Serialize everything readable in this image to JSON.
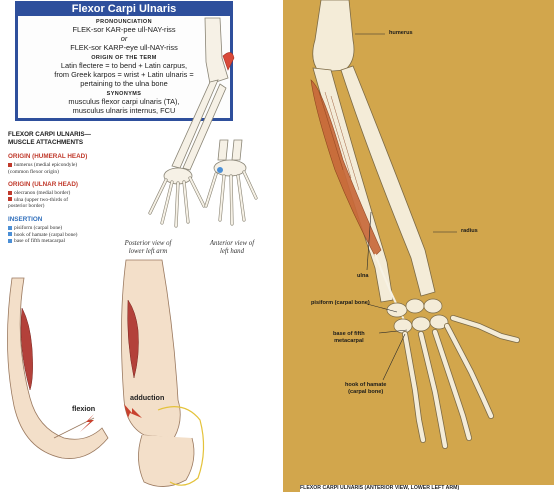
{
  "title": "Flexor Carpi Ulnaris",
  "pronunciation": {
    "heading": "PRONOUNCIATION",
    "line1": "FLEK-sor KAR-pee ull-NAY-riss",
    "or": "or",
    "line2": "FLEK-sor KARP-eye ull-NAY-riss"
  },
  "origin_of_term": {
    "heading": "ORIGIN OF THE TERM",
    "line1": "Latin flectere = to bend + Latin carpus,",
    "line2": "from Greek karpos = wrist + Latin ulnaris =",
    "line3": "pertaining to the ulna bone"
  },
  "synonyms": {
    "heading": "SYNONYMS",
    "line1": "musculus flexor carpi ulnaris (TA),",
    "line2": "musculus ulnaris internus, FCU"
  },
  "attachments": {
    "title_line1": "FLEXOR CARPI ULNARIS—",
    "title_line2": "MUSCLE ATTACHMENTS",
    "origin_humeral": {
      "heading": "ORIGIN (HUMERAL HEAD)",
      "item1a": "humerus (medial epicondyle)",
      "item1b": "(common flexor origin)"
    },
    "origin_ulnar": {
      "heading": "ORIGIN (ULNAR HEAD)",
      "item1": "olecranon (medial border)",
      "item2a": "ulna (upper two-thirds of",
      "item2b": "posterior border)"
    },
    "insertion": {
      "heading": "INSERTION",
      "item1": "pisiform (carpal bone)",
      "item2": "hook of hamate (carpal bone)",
      "item3": "base of fifth metacarpal"
    }
  },
  "captions": {
    "posterior_line1": "Posterior view of",
    "posterior_line2": "lower left arm",
    "anterior_line1": "Anterior view of",
    "anterior_line2": "left hand"
  },
  "actions": {
    "flexion": "flexion",
    "adduction": "adduction"
  },
  "right_labels": {
    "humerus": "humerus",
    "radius": "radius",
    "ulna": "ulna",
    "pisiform": "pisiform (carpal bone)",
    "base_fifth_line1": "base of fifth",
    "base_fifth_line2": "metacarpal",
    "hook_line1": "hook of hamate",
    "hook_line2": "(carpal bone)"
  },
  "footer": "FLEXOR CARPI ULNARIS (ANTERIOR VIEW, LOWER LEFT ARM)",
  "colors": {
    "title_blue": "#2e4f9c",
    "origin_red": "#c0392b",
    "insertion_blue": "#2f6ebb",
    "right_background": "#d2a64c",
    "bone": "#f4ecd8",
    "muscle": "#c8693a"
  }
}
